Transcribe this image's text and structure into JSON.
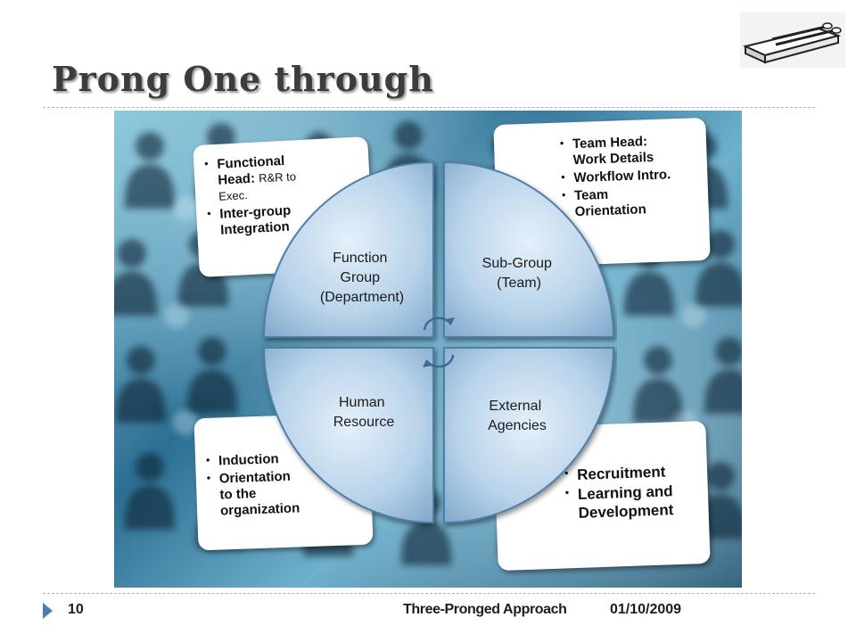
{
  "slide": {
    "title": "Prong One through",
    "footer": {
      "page": "10",
      "course": "Three-Pronged Approach",
      "date": "01/10/2009"
    }
  },
  "diagram": {
    "quadrants": {
      "top_left": [
        "Function",
        "Group",
        "(Department)"
      ],
      "top_right": [
        "Sub-Group",
        "(Team)"
      ],
      "bottom_left": [
        "Human",
        "Resource"
      ],
      "bottom_right": [
        "External",
        "Agencies"
      ]
    },
    "boxes": {
      "top_left": {
        "item1_bold": "Functional",
        "item1_bold2": "Head:",
        "item1_light": "R&R  to",
        "item1_light2": "Exec.",
        "item2": "Inter-group",
        "item2b": "Integration"
      },
      "top_right": {
        "item1": "Team Head:",
        "item1b": "Work Details",
        "item2": "Workflow Intro.",
        "item3": "Team",
        "item3b": "Orientation"
      },
      "bottom_left": {
        "item1": "Induction",
        "item2": "Orientation",
        "item2b": "to the",
        "item2c": "organization"
      },
      "bottom_right": {
        "item1": "Recruitment",
        "item2": "Learning and",
        "item2b": "Development"
      }
    },
    "colors": {
      "quadrant_fill": "#b9d3ea",
      "quadrant_edge": "#4f7ea8",
      "background_blue": "#2d6f93"
    }
  }
}
